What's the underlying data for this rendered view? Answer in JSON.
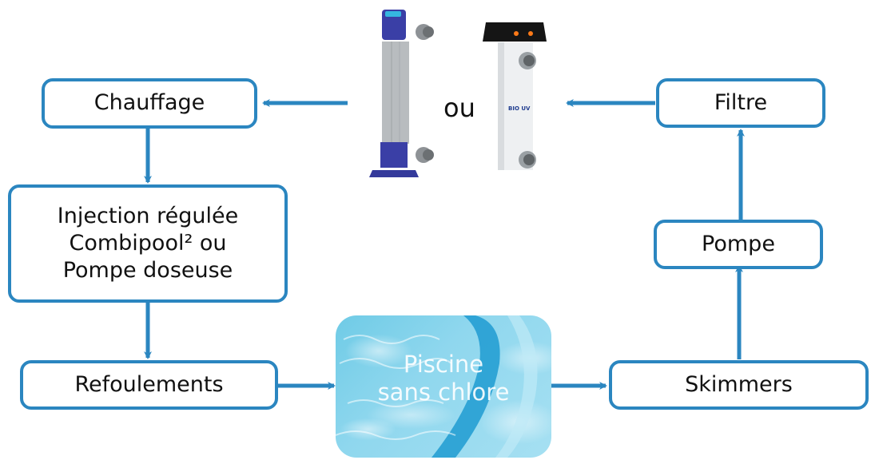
{
  "diagram": {
    "title": "Circuit piscine sans chlore",
    "colors": {
      "accent": "#2b86c0",
      "text": "#111111"
    },
    "nodes": {
      "chauffage": {
        "label": "Chauffage"
      },
      "injection": {
        "lines": [
          "Injection régulée",
          "Combipool² ou",
          "Pompe doseuse"
        ]
      },
      "refoulements": {
        "label": "Refoulements"
      },
      "piscine": {
        "lines": [
          "Piscine",
          "sans chlore"
        ]
      },
      "skimmers": {
        "label": "Skimmers"
      },
      "pompe": {
        "label": "Pompe"
      },
      "filtre": {
        "label": "Filtre"
      }
    },
    "devices": {
      "or_label": "ou",
      "device_a": {
        "icon": "electrolyser-device-icon"
      },
      "device_b": {
        "icon": "uv-sterilizer-device-icon",
        "brand": "BIO UV"
      }
    },
    "edges": [
      {
        "from": "Skimmers",
        "to": "Pompe"
      },
      {
        "from": "Pompe",
        "to": "Filtre"
      },
      {
        "from": "Filtre",
        "to": "devices"
      },
      {
        "from": "devices",
        "to": "Chauffage"
      },
      {
        "from": "Chauffage",
        "to": "Injection"
      },
      {
        "from": "Injection",
        "to": "Refoulements"
      },
      {
        "from": "Refoulements",
        "to": "Piscine"
      },
      {
        "from": "Piscine",
        "to": "Skimmers"
      }
    ]
  }
}
